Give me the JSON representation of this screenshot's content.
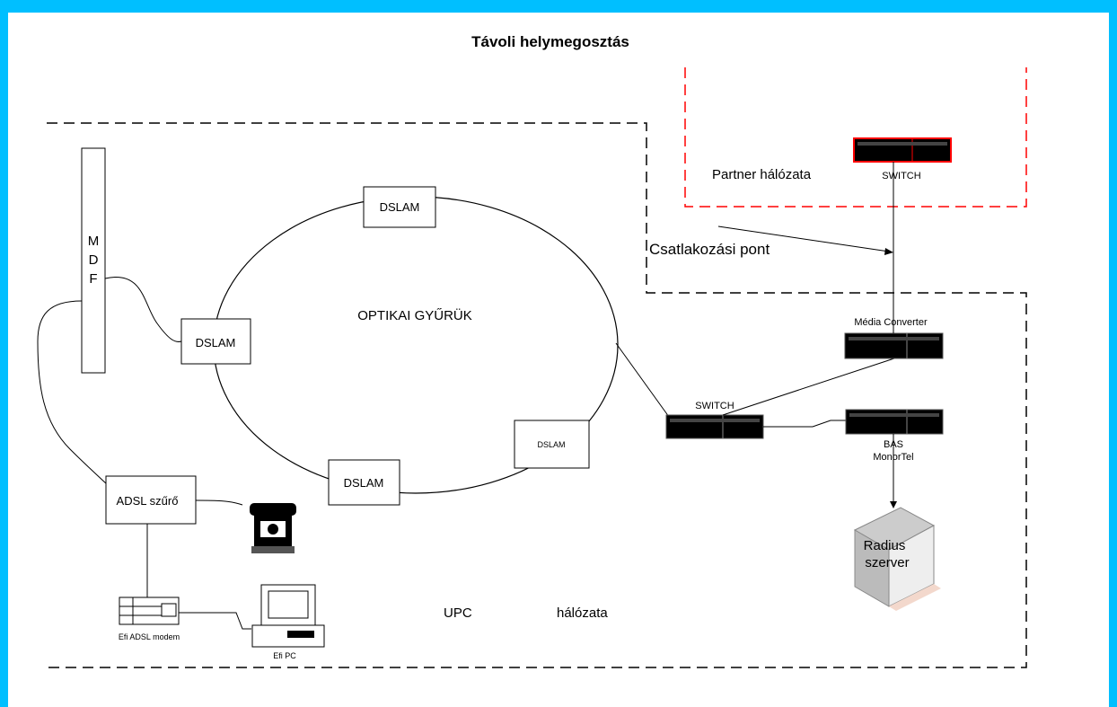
{
  "title": "Távoli helymegosztás",
  "labels": {
    "mdf": [
      "M",
      "D",
      "F"
    ],
    "ring": "OPTIKAI GYŰRÜK",
    "dslam_top": "DSLAM",
    "dslam_left": "DSLAM",
    "dslam_bottom": "DSLAM",
    "dslam_right": "DSLAM",
    "switch_main": "SWITCH",
    "switch_partner": "SWITCH",
    "media_converter": "Média Converter",
    "bas_line1": "BAS",
    "bas_line2": "MonorTel",
    "radius_line1": "Radius",
    "radius_line2": "szerver",
    "partner": "Partner hálózata",
    "connection": "Csatlakozási pont",
    "upc": "UPC",
    "upc_network": "hálózata",
    "adsl_filter": "ADSL szűrő",
    "modem": "Efi ADSL modem",
    "pc": "Efi PC"
  },
  "colors": {
    "background_border": "#00bfff",
    "partner_boundary": "#ff0000",
    "upc_boundary": "#000000"
  },
  "icons": [
    "telephone-icon",
    "server-icon",
    "pc-icon",
    "modem-icon",
    "switch-icon",
    "media-converter-icon"
  ]
}
